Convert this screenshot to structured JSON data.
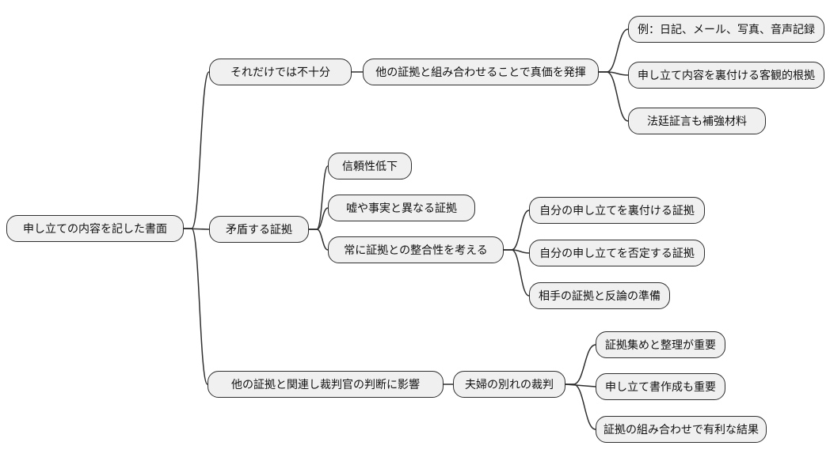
{
  "diagram": {
    "type": "mindmap",
    "background": "#ffffff",
    "node_fill": "#f0f0f0",
    "node_border": "#2f2f2f",
    "link_color": "#2f2f2f",
    "text_color": "#111111",
    "nodes": {
      "root": {
        "label": "申し立ての内容を記した書面"
      },
      "insufficient_alone": {
        "label": "それだけでは不十分"
      },
      "combine_with_other_evidence": {
        "label": "他の証拠と組み合わせることで真価を発揮"
      },
      "examples": {
        "label": "例：日記、メール、写真、音声記録"
      },
      "objective_basis": {
        "label": "申し立て内容を裏付ける客観的根拠"
      },
      "court_testimony": {
        "label": "法廷証言も補強材料"
      },
      "contradictory_evidence": {
        "label": "矛盾する証拠"
      },
      "credibility_drop": {
        "label": "信頼性低下"
      },
      "false_evidence": {
        "label": "嘘や事実と異なる証拠"
      },
      "consistency_check": {
        "label": "常に証拠との整合性を考える"
      },
      "supporting_own_claim": {
        "label": "自分の申し立てを裏付ける証拠"
      },
      "denying_own_claim": {
        "label": "自分の申し立てを否定する証拠"
      },
      "opponent_evidence_rebuttal": {
        "label": "相手の証拠と反論の準備"
      },
      "judge_decision_influence": {
        "label": "他の証拠と関連し裁判官の判断に影響"
      },
      "divorce_trial": {
        "label": "夫婦の別れの裁判"
      },
      "evidence_gathering": {
        "label": "証拠集めと整理が重要"
      },
      "petition_drafting": {
        "label": "申し立て書作成も重要"
      },
      "evidence_combination_result": {
        "label": "証拠の組み合わせで有利な結果"
      }
    },
    "edges": [
      [
        "root",
        "insufficient_alone"
      ],
      [
        "root",
        "contradictory_evidence"
      ],
      [
        "root",
        "judge_decision_influence"
      ],
      [
        "insufficient_alone",
        "combine_with_other_evidence"
      ],
      [
        "combine_with_other_evidence",
        "examples"
      ],
      [
        "combine_with_other_evidence",
        "objective_basis"
      ],
      [
        "combine_with_other_evidence",
        "court_testimony"
      ],
      [
        "contradictory_evidence",
        "credibility_drop"
      ],
      [
        "contradictory_evidence",
        "false_evidence"
      ],
      [
        "contradictory_evidence",
        "consistency_check"
      ],
      [
        "consistency_check",
        "supporting_own_claim"
      ],
      [
        "consistency_check",
        "denying_own_claim"
      ],
      [
        "consistency_check",
        "opponent_evidence_rebuttal"
      ],
      [
        "judge_decision_influence",
        "divorce_trial"
      ],
      [
        "divorce_trial",
        "evidence_gathering"
      ],
      [
        "divorce_trial",
        "petition_drafting"
      ],
      [
        "divorce_trial",
        "evidence_combination_result"
      ]
    ]
  }
}
